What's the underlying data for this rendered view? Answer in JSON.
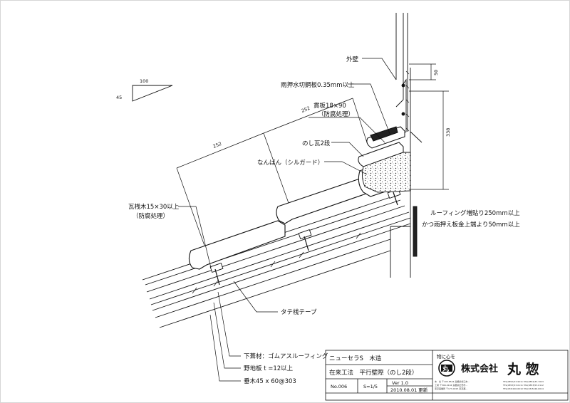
{
  "scale_mark": {
    "run": "100",
    "rise": "45"
  },
  "dims": {
    "d252_lower": "252",
    "d252_upper": "252",
    "d50": "50",
    "d338": "338"
  },
  "labels": {
    "outer_wall": "外壁",
    "flashing": "雨押水切鋼板0.35mm以上",
    "fascia_board_1": "貫板18×90",
    "fascia_board_2": "（防腐処理）",
    "noshi": "のし瓦2段",
    "nanban": "なんばん（シルガード）",
    "batten_1": "瓦桟木15×30以上",
    "batten_2": "（防腐処理）",
    "roofing_1": "ルーフィング増貼り250mm以上",
    "roofing_2": "かつ雨押え板金上端より50mm以上",
    "tate_tape": "タテ桟テープ",
    "underlay": "下葺材：ゴムアスルーフィング",
    "sheathing": "野地板 t =12以上",
    "rafter": "垂木45 x 60@303"
  },
  "title_block": {
    "product": "ニューセラS　木造",
    "method": "在来工法　平行壁際（のし2段）",
    "number": "No.006",
    "scale": "S=1/5",
    "version": "Ver 1.0",
    "date": "2010.08.01 更新",
    "motto": "物に心を",
    "logo_char": "丸",
    "company_prefix": "株式会社",
    "company_name": "丸 惣",
    "offices": [
      "本　社 〒195-8524 島根県松江市…",
      "工場 〒599-0104 島根県出雲市…",
      "東京事業所 〒173-0015 東京都…"
    ],
    "contacts": [
      "TEL(0852)33-9011 FAX(0852)33-7023",
      "TEL(0853)53-0111 FAX(0853)53-0112",
      "TEL(03)5246-6010 FAX(03)5246-6014"
    ]
  }
}
